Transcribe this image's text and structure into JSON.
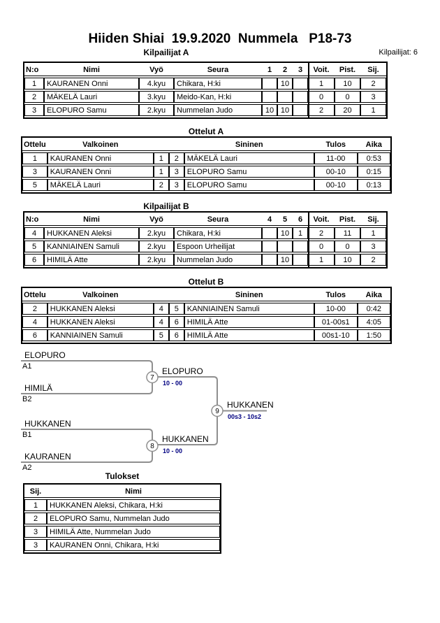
{
  "page": {
    "title": "Hiiden Shiai  19.9.2020  Nummela   P18-73",
    "participants_label": "Kilpailijat: 6"
  },
  "colors": {
    "bracket_line": "#8f8f8f",
    "bracket_score_text": "#000080",
    "text": "#000000",
    "background": "#ffffff"
  },
  "pool_a": {
    "title": "Kilpailijat A",
    "headers": [
      "N:o",
      "Nimi",
      "Vyö",
      "Seura",
      "1",
      "2",
      "3",
      "Voit.",
      "Pist.",
      "Sij."
    ],
    "rows": [
      [
        "1",
        "KAURANEN Onni",
        "4.kyu",
        "Chikara, H:ki",
        "",
        "10",
        "",
        "1",
        "10",
        "2"
      ],
      [
        "2",
        "MÄKELÄ Lauri",
        "3.kyu",
        "Meido-Kan, H:ki",
        "",
        "",
        "",
        "0",
        "0",
        "3"
      ],
      [
        "3",
        "ELOPURO Samu",
        "2.kyu",
        "Nummelan Judo",
        "10",
        "10",
        "",
        "2",
        "20",
        "1"
      ]
    ]
  },
  "matches_a": {
    "title": "Ottelut A",
    "headers": [
      "Ottelu",
      "Valkoinen",
      "Sininen",
      "Tulos",
      "Aika"
    ],
    "rows": [
      [
        "1",
        "KAURANEN Onni",
        "1",
        "2",
        "MÄKELÄ Lauri",
        "11-00",
        "0:53"
      ],
      [
        "3",
        "KAURANEN Onni",
        "1",
        "3",
        "ELOPURO Samu",
        "00-10",
        "0:15"
      ],
      [
        "5",
        "MÄKELÄ Lauri",
        "2",
        "3",
        "ELOPURO Samu",
        "00-10",
        "0:13"
      ]
    ]
  },
  "pool_b": {
    "title": "Kilpailijat B",
    "headers": [
      "N:o",
      "Nimi",
      "Vyö",
      "Seura",
      "4",
      "5",
      "6",
      "Voit.",
      "Pist.",
      "Sij."
    ],
    "rows": [
      [
        "4",
        "HUKKANEN Aleksi",
        "2.kyu",
        "Chikara, H:ki",
        "",
        "10",
        "1",
        "2",
        "11",
        "1"
      ],
      [
        "5",
        "KANNIAINEN Samuli",
        "2.kyu",
        "Espoon Urheilijat",
        "",
        "",
        "",
        "0",
        "0",
        "3"
      ],
      [
        "6",
        "HIMILÄ Atte",
        "2.kyu",
        "Nummelan Judo",
        "",
        "10",
        "",
        "1",
        "10",
        "2"
      ]
    ]
  },
  "matches_b": {
    "title": "Ottelut B",
    "headers": [
      "Ottelu",
      "Valkoinen",
      "Sininen",
      "Tulos",
      "Aika"
    ],
    "rows": [
      [
        "2",
        "HUKKANEN Aleksi",
        "4",
        "5",
        "KANNIAINEN Samuli",
        "10-00",
        "0:42"
      ],
      [
        "4",
        "HUKKANEN Aleksi",
        "4",
        "6",
        "HIMILÄ Atte",
        "01-00s1",
        "4:05"
      ],
      [
        "6",
        "KANNIAINEN Samuli",
        "5",
        "6",
        "HIMILÄ Atte",
        "00s1-10",
        "1:50"
      ]
    ]
  },
  "bracket": {
    "slots": [
      {
        "name": "ELOPURO",
        "seed": "A1"
      },
      {
        "name": "HIMILÄ",
        "seed": "B2"
      },
      {
        "name": "HUKKANEN",
        "seed": "B1"
      },
      {
        "name": "KAURANEN",
        "seed": "A2"
      }
    ],
    "matches": [
      {
        "number": "7",
        "winner": "ELOPURO",
        "score": "10 - 00"
      },
      {
        "number": "8",
        "winner": "HUKKANEN",
        "score": "10 - 00"
      },
      {
        "number": "9",
        "winner": "HUKKANEN",
        "score": "00s3 - 10s2"
      }
    ]
  },
  "results": {
    "title": "Tulokset",
    "headers": [
      "Sij.",
      "Nimi"
    ],
    "rows": [
      [
        "1",
        "HUKKANEN Aleksi, Chikara, H:ki"
      ],
      [
        "2",
        "ELOPURO Samu, Nummelan Judo"
      ],
      [
        "3",
        "HIMILÄ Atte, Nummelan Judo"
      ],
      [
        "3",
        "KAURANEN Onni, Chikara, H:ki"
      ]
    ]
  }
}
